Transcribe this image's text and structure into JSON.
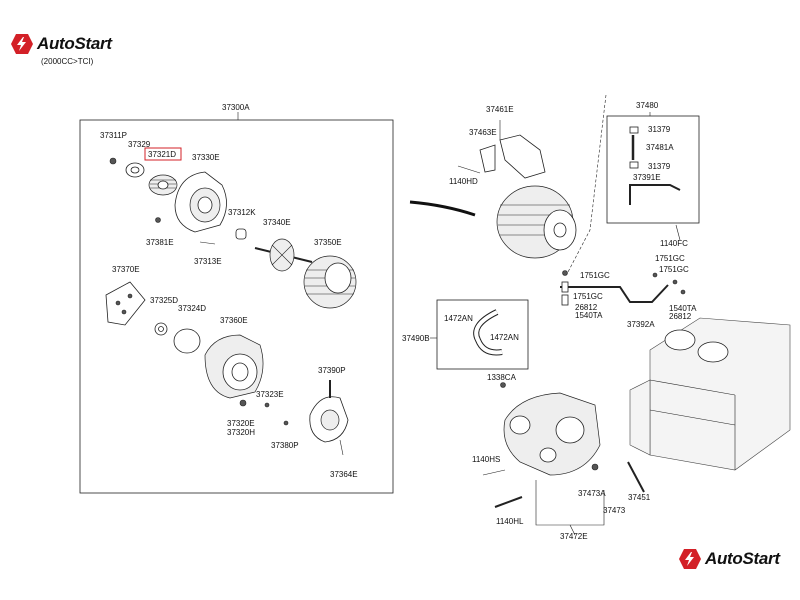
{
  "brand": {
    "name": "AutoStart",
    "accent": "#d32027"
  },
  "subtitle": "(2000CC>TCI)",
  "labels": {
    "p37300A": "37300A",
    "p37311P": "37311P",
    "p37329": "37329",
    "p37321D": "37321D",
    "p37330E": "37330E",
    "p37312K": "37312K",
    "p37340E": "37340E",
    "p37381E": "37381E",
    "p37313E": "37313E",
    "p37350E": "37350E",
    "p37370E": "37370E",
    "p37325D": "37325D",
    "p37324D": "37324D",
    "p37360E": "37360E",
    "p37390P": "37390P",
    "p37323E": "37323E",
    "p37320E": "37320E",
    "p37320H": "37320H",
    "p37380P": "37380P",
    "p37364E": "37364E",
    "p37461E": "37461E",
    "p37463E": "37463E",
    "p1140HD": "1140HD",
    "p37480": "37480",
    "p31379a": "31379",
    "p37481A": "37481A",
    "p31379b": "31379",
    "p37391E": "37391E",
    "p1140FC": "1140FC",
    "p1751GCa": "1751GC",
    "p1751GCb": "1751GC",
    "p1751GCc": "1751GC",
    "p1751GCd": "1751GC",
    "p26812a": "26812",
    "p1540TAa": "1540TA",
    "p1540TAb": "1540TA",
    "p26812b": "26812",
    "p37392A": "37392A",
    "p1472ANa": "1472AN",
    "p1472ANb": "1472AN",
    "p37490B": "37490B",
    "p1338CA": "1338CA",
    "p1140HS": "1140HS",
    "p37473A": "37473A",
    "p37451": "37451",
    "p37473": "37473",
    "p1140HL": "1140HL",
    "p37472E": "37472E"
  },
  "highlight_color": "#d32027"
}
